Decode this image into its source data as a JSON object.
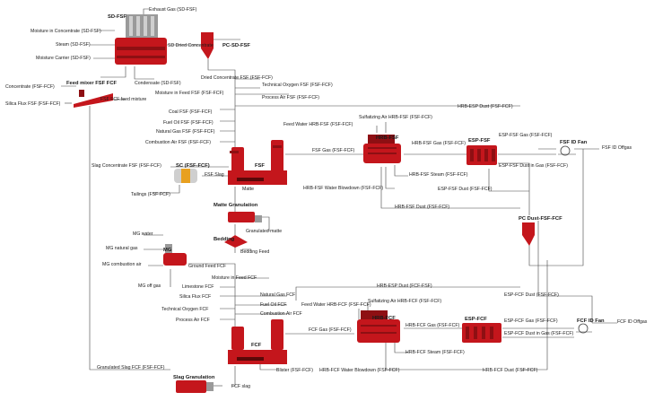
{
  "labels": {
    "exhaust_gas_sd": "Exhaust Gas (SD-FSF)",
    "moisture_in_conc_sd": "Moisture in Concentrate (SD-FSF)",
    "steam_sd": "Steam (SD-FSF)",
    "moisture_carrier_sd": "Moisture Carrier (SD-FSF)",
    "sd_dried_conc": "SD Dried Concentrate",
    "condensate_sd": "Condensate (SD-FSF)",
    "concentrate_fsf_fcf": "Concentrate (FSF-FCF)",
    "silica_flux_fsf": "Silica Flux FSF (FSF-FCF)",
    "fsf_fcf_feed_mixture": "FSF FCF feed mixture",
    "dried_conc_fsf": "Dried Concentrate FSF (FSF-FCF)",
    "tech_oxygen_fsf": "Technical Oxygen FSF (FSF-FCF)",
    "moisture_feed_fsf": "Moisture in Feed FSF (FSF-FCF)",
    "process_air_fsf": "Process Air FSF (FSF-FCF)",
    "coal_fsf": "Coal FSF (FSF-FCF)",
    "fuel_oil_fsf": "Fuel Oil FSF (FSF-FCF)",
    "natural_gas_fsf": "Natural Gas FSF (FSF-FCF)",
    "combustion_air_fsf": "Combustion Air FSF (FSF-FCF)",
    "hrb_esp_dust_fsf": "HRB-ESP Dust (FSF-FCF)",
    "sulf_air_hrb_fsf": "Sulfatizing Air HRB-FSF (FSF-FCF)",
    "feed_water_hrb_fsf": "Feed Water HRB-FSF (FSF-FCF)",
    "hrb_fsf_gas": "HRB-FSF Gas (FSF-FCF)",
    "esp_fsf_gas": "ESP-FSF Gas (FSF-FCF)",
    "fsf_id_offgas": "FSF ID Offgas",
    "fsf_gas": "FSF Gas (FSF-FCF)",
    "hrb_fsf_steam": "HRB-FSF Steam (FSF-FCF)",
    "esp_fsf_dust_in_gas": "ESP-FSF Dust in Gas (FSF-FCF)",
    "esp_fsf_dust": "ESP-FSF Dust (FSF-FCF)",
    "hrb_fsf_water_blowdown": "HRB-FSF Water Blowdown (FSF-FCF)",
    "hrb_fsf_dust": "HRB-FSF Dust (FSF-FCF)",
    "slag_conc_fsf": "Slag Concentrate FSF (FSF-FCF)",
    "fsf_slag": "FSF Slag",
    "tailings": "Tailings (FSF-FCF)",
    "matte": "Matte",
    "granulated_matte": "Granulated matte",
    "bedding_feed": "Bedding Feed",
    "mg_water": "MG water",
    "mg_natural_gas": "MG natural gas",
    "mg_combustion_air": "MG combustion air",
    "mg_off_gas": "MG off gas",
    "ground_feed_fcf": "Ground Feed FCF",
    "moisture_feed_fcf": "Moisture in Feed FCF",
    "limestone_fcf": "Limestone FCF",
    "silica_flux_fcf": "Silica Flux FCF",
    "tech_oxygen_fcf": "Technical Oxygen FCF",
    "process_air_fcf": "Process Air FCF",
    "natural_gas_fcf": "Natural Gas FCF",
    "fuel_oil_fcf": "Fuel Oil FCF",
    "combustion_air_fcf": "Combustion Air FCF",
    "hrb_esp_dust_fcf": "HRB-ESP Dust (FCF-FSF)",
    "esp_fcf_dust": "ESP-FCF Dust (FSF-FCF)",
    "feed_water_hrb_fcf": "Feed Water HRB-FCF (FSF-FCF)",
    "sulf_air_hrb_fcf": "Sulfatizing Air HRB-FCF (FSF-FCF)",
    "hrb_fcf_gas": "HRB-FCF Gas (FSF-FCF)",
    "esp_fcf_gas": "ESP-FCF Gas (FSF-FCF)",
    "fcf_id_offgas": "FCF ID Offgas",
    "fcf_gas": "FCF Gas (FSF-FCF)",
    "esp_fcf_dust_in_gas": "ESP-FCF Dust in Gas (FSF-FCF)",
    "hrb_fcf_steam": "HRB-FCF Steam (FSF-FCF)",
    "hrb_fcf_water_blowdown": "HRB-FCF Water Blowdown (FSF-FCF)",
    "hrb_fcf_dust": "HRB-FCF Dust (FSF-FCF)",
    "granulated_slag_fcf": "Granulated Slag FCF (FSF-FCF)",
    "blister": "Blister (FSF-FCF)",
    "fcf_slag": "FCF slag"
  },
  "units": {
    "sd_fsf": "SD-FSF",
    "pc_sd_fsf": "PC-SD-FSF",
    "feed_mixer": "Feed mixer FSF FCF",
    "sc_fsf": "SC (FSF-FCF)",
    "fsf": "FSF",
    "hrb_fsf": "HRB-FSF",
    "esp_fsf": "ESP-FSF",
    "fsf_id_fan": "FSF ID Fan",
    "matte_granulation": "Matte Granulation",
    "bedding": "Bedding",
    "mg": "MG",
    "pc_dust": "PC Dust-FSF-FCF",
    "hrb_fcf": "HRB-FCF",
    "esp_fcf": "ESP-FCF",
    "fcf_id_fan": "FCF ID Fan",
    "fcf": "FCF",
    "slag_granulation": "Slag Granulation"
  },
  "colors": {
    "equipment_red": "#c4161c",
    "equipment_dark_red": "#8e0f13",
    "line": "#444444"
  }
}
